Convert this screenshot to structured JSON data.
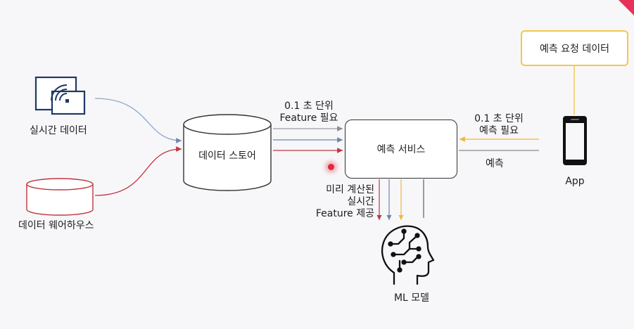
{
  "sources": {
    "realtime_label": "실시간 데이터",
    "warehouse_label": "데이터 웨어하우스"
  },
  "store": {
    "label": "데이터 스토어"
  },
  "service": {
    "label": "예측 서비스"
  },
  "request": {
    "label": "예측 요청 데이터"
  },
  "app": {
    "label": "App"
  },
  "model": {
    "label": "ML 모델"
  },
  "edges": {
    "store_to_service": [
      "0.1 초 단위",
      "Feature 필요"
    ],
    "app_to_service": [
      "0.1 초 단위",
      "예측 필요"
    ],
    "service_to_app": "예측",
    "precomputed": [
      "미리 계산된",
      "실시간",
      "Feature 제공"
    ]
  },
  "colors": {
    "realtime_flow": "#8fa6c8",
    "warehouse_flow": "#c0353f",
    "request_flow": "#f2b53a",
    "neutral_flow": "#9a9aa2",
    "icon_navy": "#1f3864",
    "accent_corner": "#e8305a"
  },
  "icons": {
    "realtime": "wireless-tablet-icon",
    "warehouse": "database-cylinder-icon",
    "store": "database-cylinder-icon",
    "app": "smartphone-icon",
    "model": "ai-brain-head-icon"
  }
}
